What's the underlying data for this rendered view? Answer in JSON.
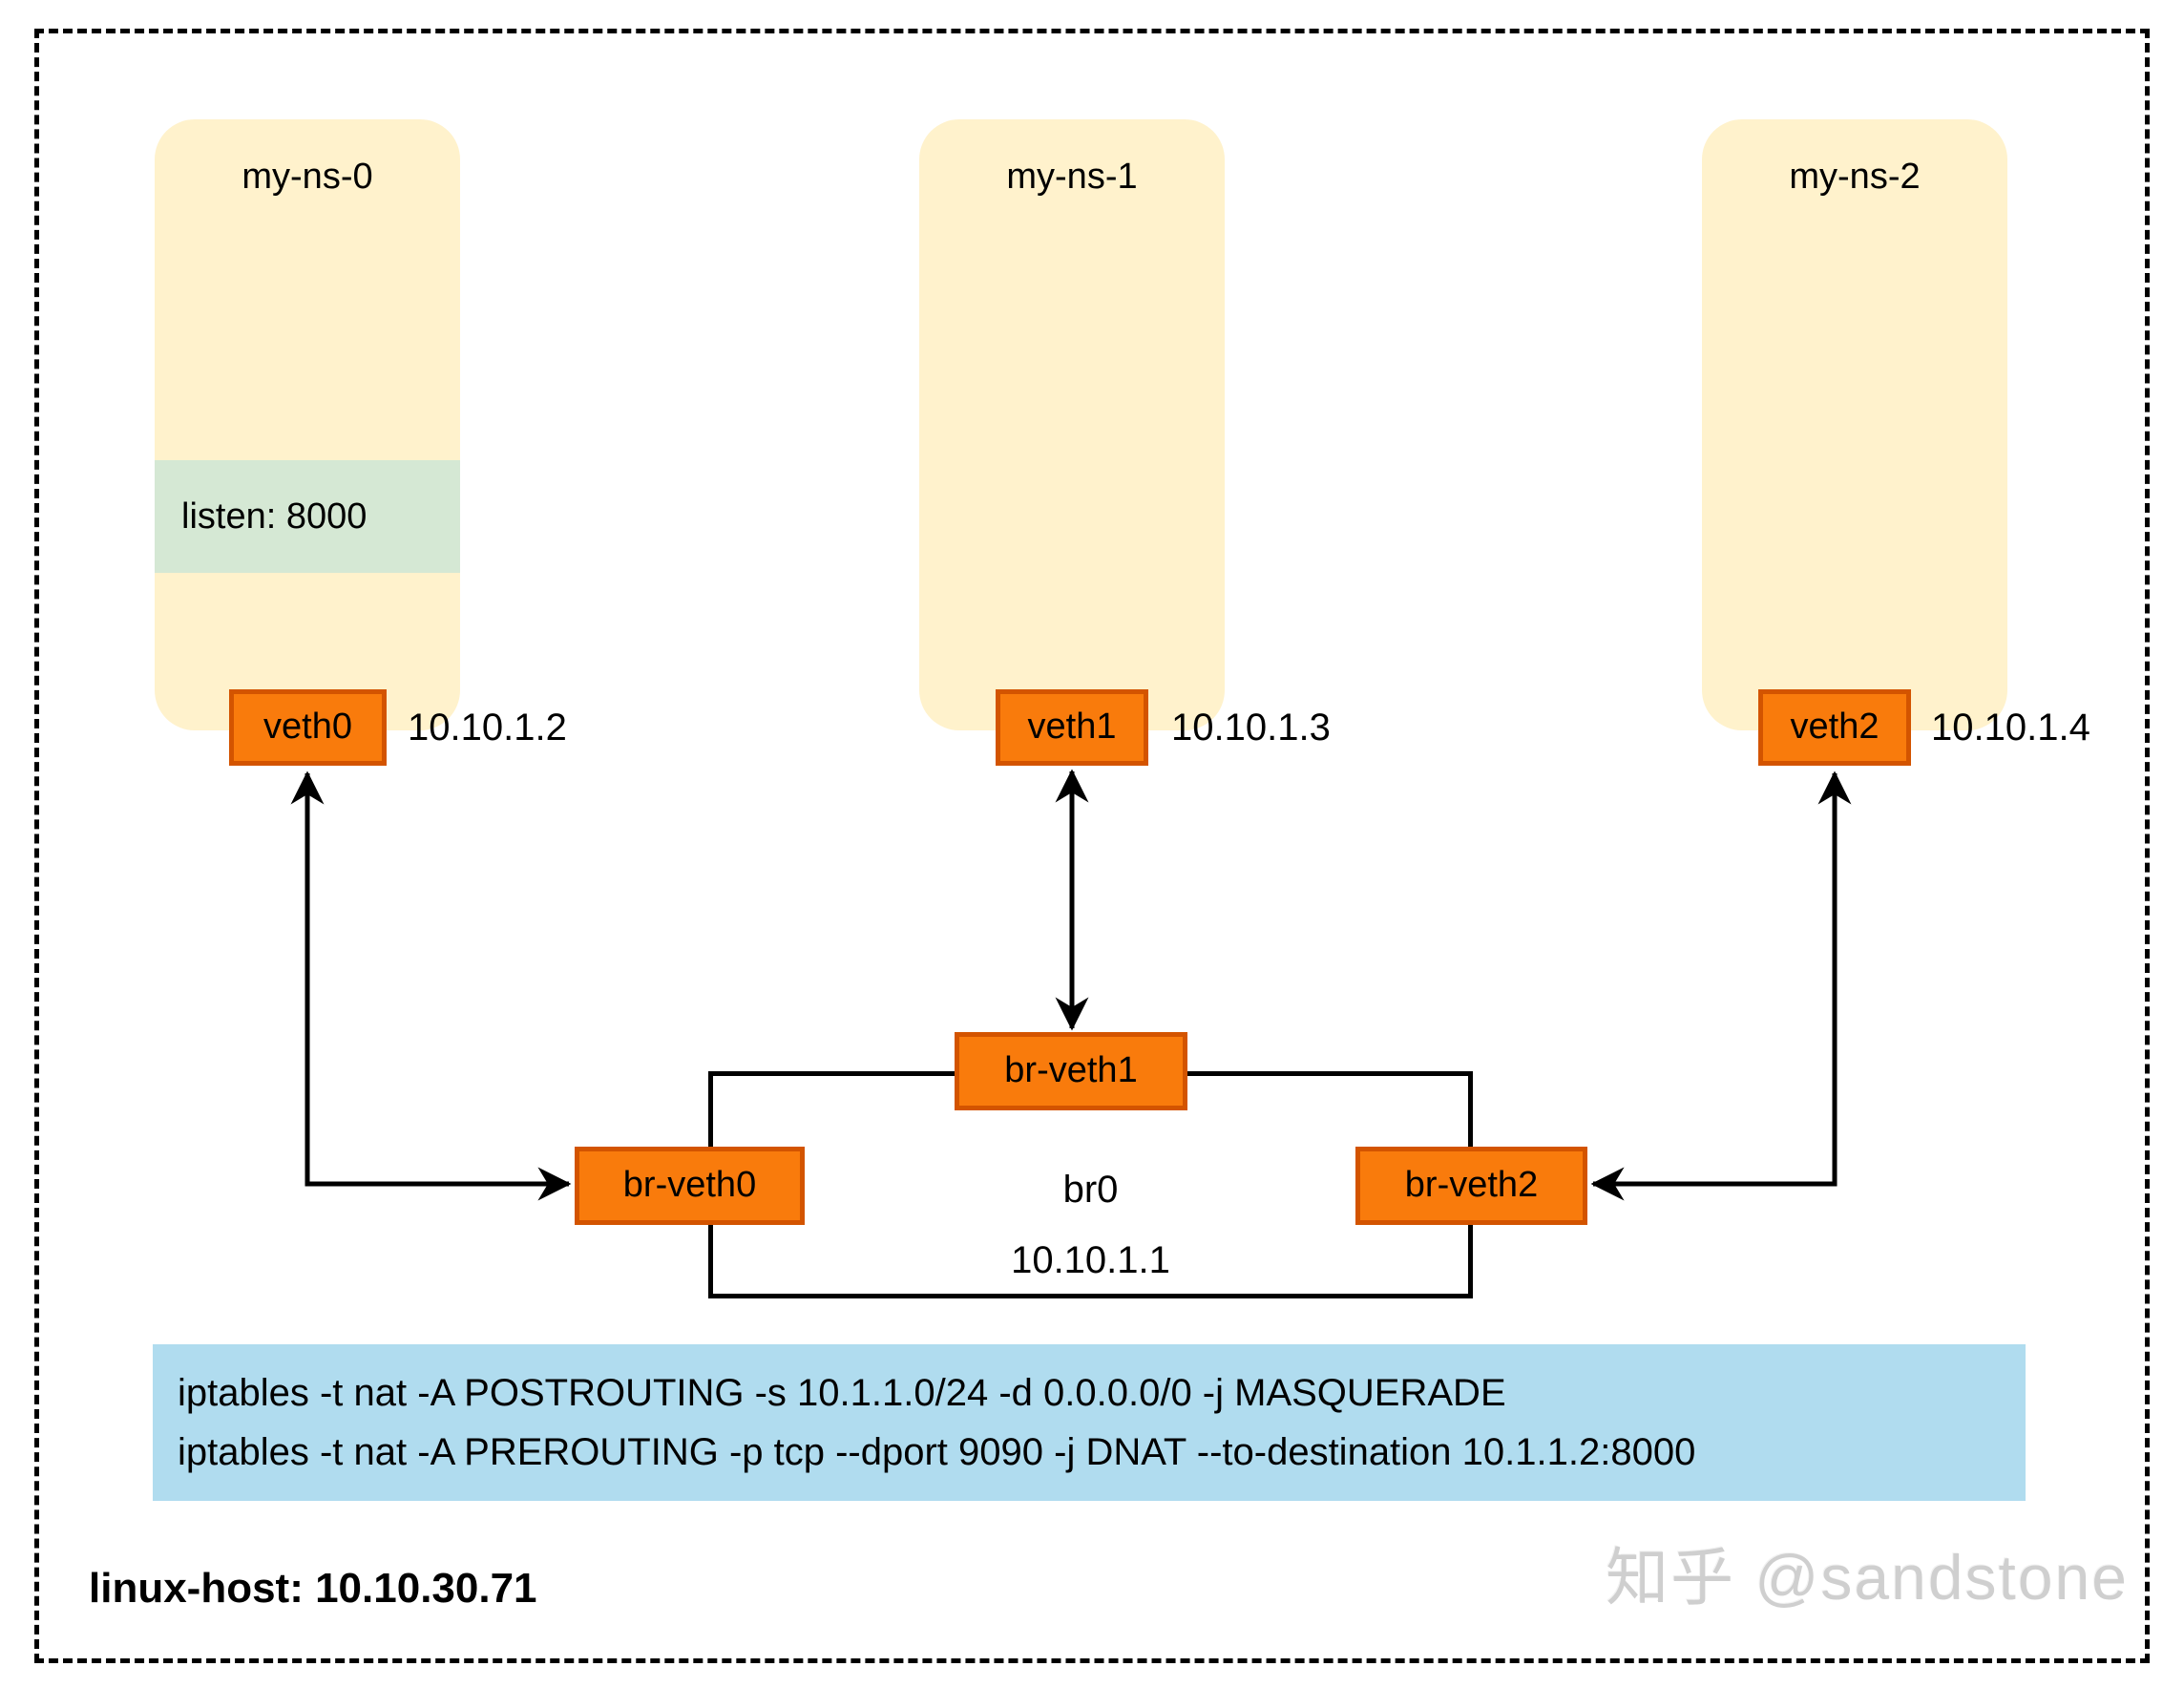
{
  "namespaces": [
    {
      "name": "my-ns-0",
      "listen_label": "listen: 8000",
      "interface": "veth0",
      "ip": "10.10.1.2"
    },
    {
      "name": "my-ns-1",
      "interface": "veth1",
      "ip": "10.10.1.3"
    },
    {
      "name": "my-ns-2",
      "interface": "veth2",
      "ip": "10.10.1.4"
    }
  ],
  "bridge": {
    "name": "br0",
    "ip": "10.10.1.1",
    "ports": [
      {
        "name": "br-veth0"
      },
      {
        "name": "br-veth1"
      },
      {
        "name": "br-veth2"
      }
    ]
  },
  "iptables_rules": [
    "iptables -t nat -A POSTROUTING -s 10.1.1.0/24 -d 0.0.0.0/0 -j MASQUERADE",
    "iptables -t nat -A PREROUTING -p tcp --dport 9090 -j DNAT --to-destination 10.1.1.2:8000"
  ],
  "host_label": "linux-host: 10.10.30.71",
  "watermark": "知乎 @sandstone",
  "colors": {
    "namespace_fill": "#FFF2CC",
    "listen_band_fill": "#D5E8D4",
    "port_fill": "#F97B0C",
    "port_border": "#D35400",
    "iptables_fill": "#B0DCEF",
    "line_color": "#000000"
  }
}
